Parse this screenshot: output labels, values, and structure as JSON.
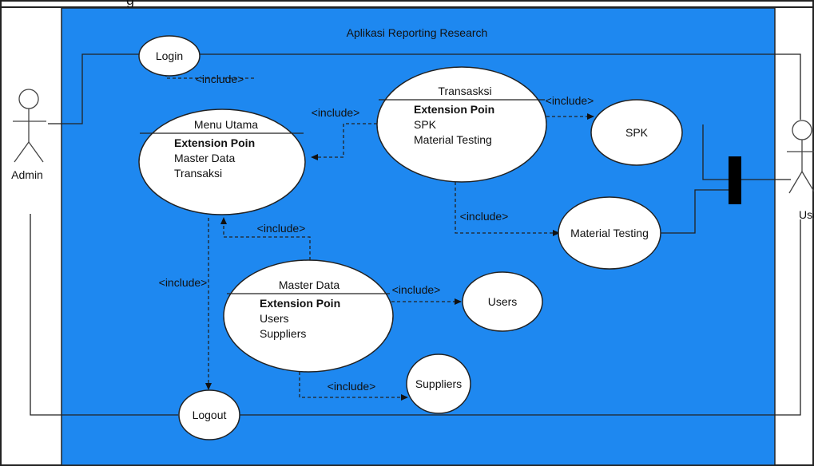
{
  "page_title_fragment": "g",
  "system": {
    "title": "Aplikasi Reporting Research"
  },
  "actors": {
    "admin": "Admin",
    "user": "Use"
  },
  "use_cases": {
    "login": "Login",
    "logout": "Logout",
    "spk": "SPK",
    "material_testing": "Material Testing",
    "users": "Users",
    "suppliers": "Suppliers",
    "menu_utama": {
      "title": "Menu Utama",
      "ext": "Extension Poin",
      "items": [
        "Master Data",
        "Transaksi"
      ]
    },
    "transaksi": {
      "title": "Transasksi",
      "ext": "Extension Poin",
      "items": [
        "SPK",
        "Material Testing"
      ]
    },
    "master_data": {
      "title": "Master Data",
      "ext": "Extension Poin",
      "items": [
        "Users",
        "Suppliers"
      ]
    }
  },
  "relations": {
    "menu_login": "<include>",
    "transaksi_menu": "<include>",
    "transaksi_spk": "<include>",
    "transaksi_material": "<include>",
    "master_menu": "<include>",
    "menu_logout": "<include>",
    "master_users": "<include>",
    "master_suppliers": "<include>"
  },
  "colors": {
    "system_fill": "#1e88f0",
    "page_bg": "#ffffff",
    "line": "#222222"
  }
}
